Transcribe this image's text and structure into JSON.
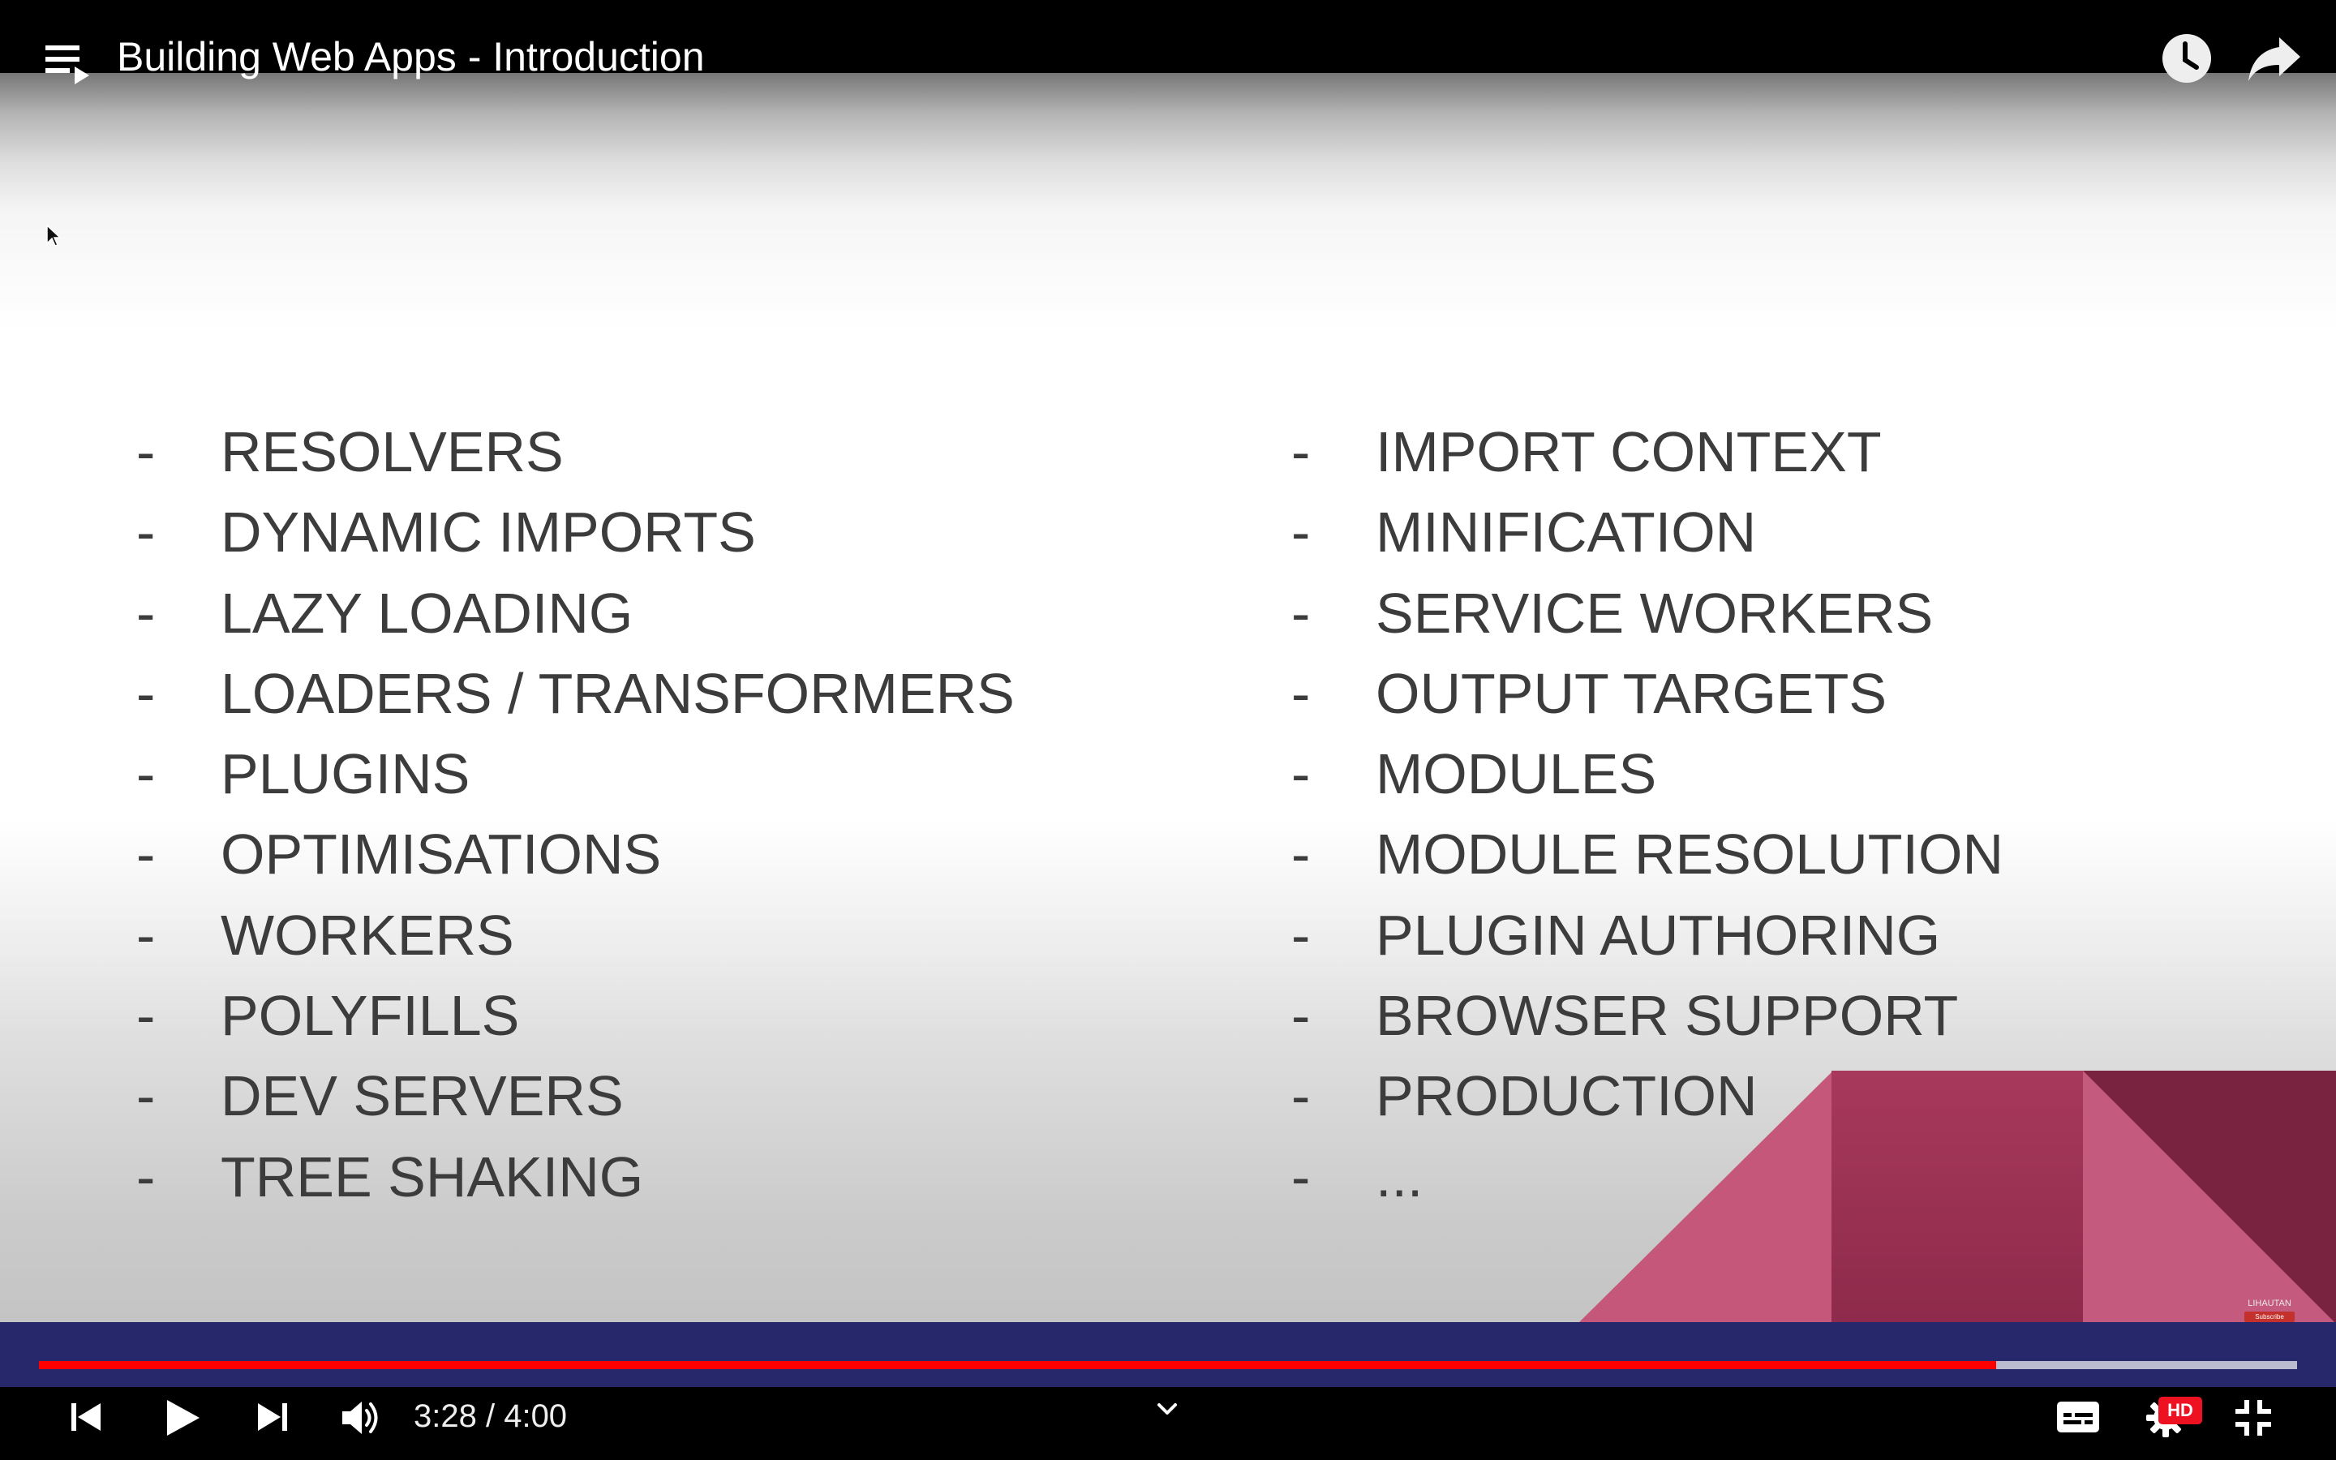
{
  "player": {
    "video_title": "Building Web Apps - Introduction",
    "time": {
      "current": "3:28",
      "separator": " / ",
      "duration": "4:00"
    },
    "progress": {
      "played_fraction": 0.8667,
      "buffered_fraction": 1.0
    },
    "quality_badge": "HD",
    "accent_color": "#ff0000",
    "icons": {
      "playlist": "playlist-icon",
      "watch_later": "clock-icon",
      "share": "share-icon",
      "previous": "skip-previous-icon",
      "play": "play-icon",
      "next": "skip-next-icon",
      "volume": "volume-icon",
      "chapters": "chevron-down-icon",
      "captions": "captions-icon",
      "settings": "gear-icon",
      "exit_fullscreen": "exit-fullscreen-icon"
    }
  },
  "slide": {
    "bullet": "-",
    "left_topics": [
      "RESOLVERS",
      "DYNAMIC IMPORTS",
      "LAZY LOADING",
      "LOADERS / TRANSFORMERS",
      "PLUGINS",
      "OPTIMISATIONS",
      "WORKERS",
      "POLYFILLS",
      "DEV SERVERS",
      "TREE SHAKING"
    ],
    "right_topics": [
      "IMPORT CONTEXT",
      "MINIFICATION",
      "SERVICE WORKERS",
      "OUTPUT TARGETS",
      "MODULES",
      "MODULE RESOLUTION",
      "PLUGIN AUTHORING",
      "BROWSER SUPPORT",
      "PRODUCTION",
      "..."
    ],
    "watermark": {
      "name": "LIHAUTAN",
      "subscribe": "Subscribe"
    },
    "decoration_colors": [
      "#c5577a",
      "#a7395c",
      "#7a2341"
    ]
  }
}
